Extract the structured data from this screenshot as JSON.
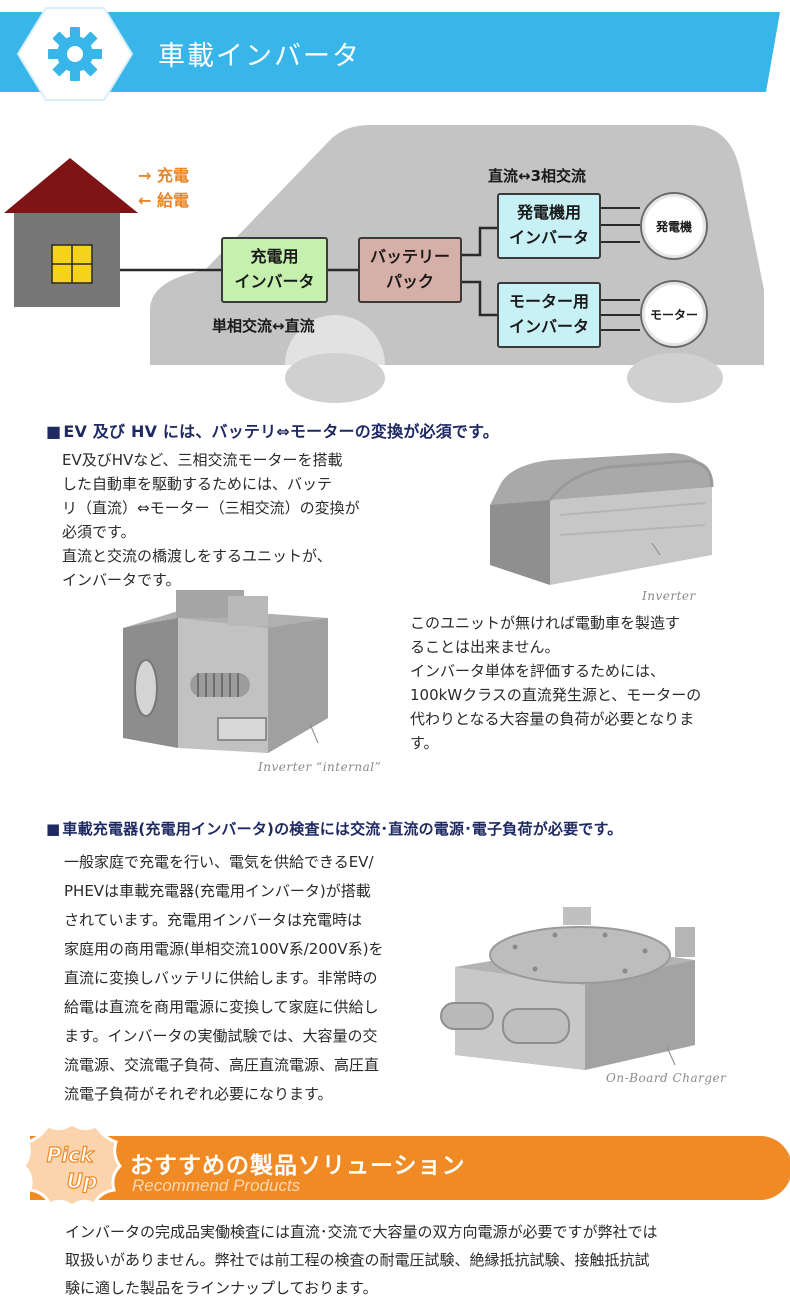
{
  "header": {
    "title": "車載インバータ",
    "icon": "gear-icon",
    "colors": {
      "bar": "#39b6e9",
      "hexagon": "#ffffff",
      "gear": "#39b6e9"
    }
  },
  "diagram": {
    "charge_label": "→ 充電",
    "supply_label": "← 給電",
    "charger_inverter": [
      "充電用",
      "インバータ"
    ],
    "battery_pack": [
      "バッテリー",
      "パック"
    ],
    "generator_inverter": [
      "発電機用",
      "インバータ"
    ],
    "motor_inverter": [
      "モーター用",
      "インバータ"
    ],
    "generator": "発電機",
    "motor": "モーター",
    "dc_ac3": "直流↔3相交流",
    "ac1_dc": "単相交流↔直流",
    "colors": {
      "green": "#c6f0ae",
      "pink": "#d6b0a8",
      "cyan": "#c8f1f6",
      "house_roof": "#7e1414",
      "house_wall": "#777777",
      "window": "#f5d31a",
      "car": "#c4c4c4",
      "arrow": "#e8862a"
    }
  },
  "section1": {
    "heading": "EV 及び HV には、バッテリ⇔モーターの変換が必須です。",
    "para1": [
      "EV及びHVなど、三相交流モーターを搭載",
      "した自動車を駆動するためには、バッテ",
      "リ（直流）⇔モーター（三相交流）の変換が",
      "必須です。",
      "直流と交流の橋渡しをするユニットが、",
      "インバータです。"
    ],
    "caption_inverter": "Inverter",
    "caption_internal": "Inverter “internal”",
    "para2": [
      "このユニットが無ければ電動車を製造す",
      "ることは出来ません。",
      "インバータ単体を評価するためには、",
      "100kWクラスの直流発生源と、モーターの",
      "代わりとなる大容量の負荷が必要となりま",
      "す。"
    ]
  },
  "section2": {
    "heading": "車載充電器(充電用インバータ)の検査には交流･直流の電源･電子負荷が必要です。",
    "para": [
      "一般家庭で充電を行い、電気を供給できるEV/",
      "PHEVは車載充電器(充電用インバータ)が搭載",
      "されています。充電用インバータは充電時は",
      "家庭用の商用電源(単相交流100V系/200V系)を",
      "直流に変換しバッテリに供給します。非常時の",
      "給電は直流を商用電源に変換して家庭に供給し",
      "ます。インバータの実働試験では、大容量の交",
      "流電源、交流電子負荷、高圧直流電源、高圧直",
      "流電子負荷がそれぞれ必要になります。"
    ],
    "caption_charger": "On-Board Charger"
  },
  "pickup": {
    "badge_line1": "Pick",
    "badge_line2": "Up",
    "title": "おすすめの製品ソリューション",
    "subtitle": "Recommend Products",
    "colors": {
      "banner": "#f08a24"
    }
  },
  "closing": [
    "インバータの完成品実働検査には直流･交流で大容量の双方向電源が必要ですが弊社では",
    "取扱いがありません。弊社では前工程の検査の耐電圧試験、絶縁抵抗試験、接触抵抗試",
    "験に適した製品をラインナップしております。"
  ]
}
